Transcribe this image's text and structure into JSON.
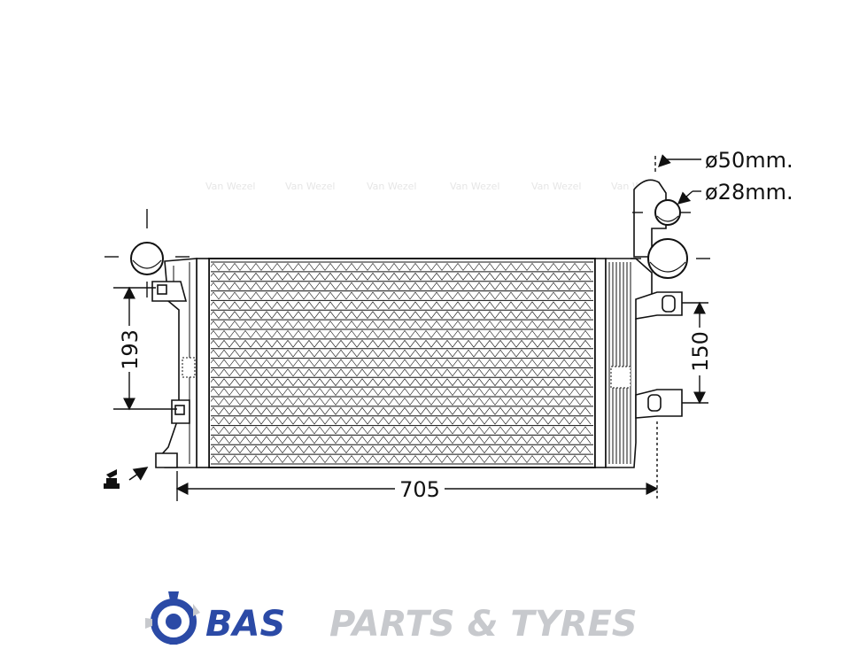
{
  "diagram": {
    "dimensions": {
      "width": "705",
      "left_height": "193",
      "right_height": "150",
      "pipe_large": "ø50mm.",
      "pipe_small": "ø28mm."
    },
    "watermark": "Van Wezel"
  },
  "branding": {
    "logo_primary": "BAS",
    "logo_secondary": "PARTS & TYRES",
    "primary_color": "#2b4aa6",
    "secondary_color": "#c7c9cd"
  }
}
